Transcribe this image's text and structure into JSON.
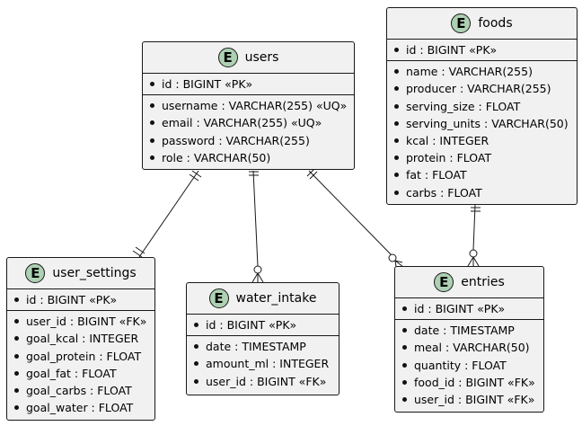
{
  "entities": {
    "users": {
      "icon": "E",
      "name": "users",
      "pk": [
        "id : BIGINT «PK»"
      ],
      "fields": [
        "username : VARCHAR(255) «UQ»",
        "email : VARCHAR(255) «UQ»",
        "password : VARCHAR(255)",
        "role : VARCHAR(50)"
      ]
    },
    "foods": {
      "icon": "E",
      "name": "foods",
      "pk": [
        "id : BIGINT «PK»"
      ],
      "fields": [
        "name : VARCHAR(255)",
        "producer : VARCHAR(255)",
        "serving_size : FLOAT",
        "serving_units : VARCHAR(50)",
        "kcal : INTEGER",
        "protein : FLOAT",
        "fat : FLOAT",
        "carbs : FLOAT"
      ]
    },
    "user_settings": {
      "icon": "E",
      "name": "user_settings",
      "pk": [
        "id : BIGINT «PK»"
      ],
      "fields": [
        "user_id : BIGINT «FK»",
        "goal_kcal : INTEGER",
        "goal_protein : FLOAT",
        "goal_fat : FLOAT",
        "goal_carbs : FLOAT",
        "goal_water : FLOAT"
      ]
    },
    "water_intake": {
      "icon": "E",
      "name": "water_intake",
      "pk": [
        "id : BIGINT «PK»"
      ],
      "fields": [
        "date : TIMESTAMP",
        "amount_ml : INTEGER",
        "user_id : BIGINT «FK»"
      ]
    },
    "entries": {
      "icon": "E",
      "name": "entries",
      "pk": [
        "id : BIGINT «PK»"
      ],
      "fields": [
        "date : TIMESTAMP",
        "meal : VARCHAR(50)",
        "quantity : FLOAT",
        "food_id : BIGINT «FK»",
        "user_id : BIGINT «FK»"
      ]
    }
  },
  "relationships": [
    {
      "from": "users",
      "to": "user_settings",
      "from_card": "one",
      "to_card": "one"
    },
    {
      "from": "users",
      "to": "water_intake",
      "from_card": "one",
      "to_card": "zero-or-many"
    },
    {
      "from": "users",
      "to": "entries",
      "from_card": "one",
      "to_card": "zero-or-many"
    },
    {
      "from": "foods",
      "to": "entries",
      "from_card": "one",
      "to_card": "zero-or-many"
    }
  ],
  "colors": {
    "entity_fill": "#f1f1f1",
    "border": "#181818",
    "badge_fill": "#add1b2"
  }
}
